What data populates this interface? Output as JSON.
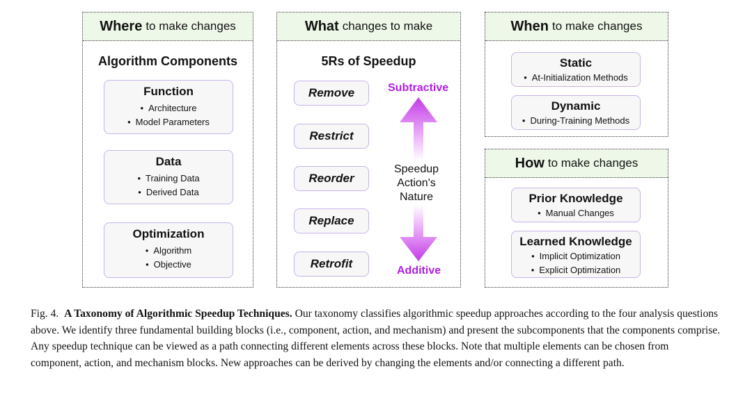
{
  "panels": {
    "where": {
      "heading_keyword": "Where",
      "heading_rest": "to make changes",
      "subtitle": "Algorithm Components",
      "cards": [
        {
          "title": "Function",
          "items": [
            "Architecture",
            "Model Parameters"
          ]
        },
        {
          "title": "Data",
          "items": [
            "Training Data",
            "Derived Data"
          ]
        },
        {
          "title": "Optimization",
          "items": [
            "Algorithm",
            "Objective"
          ]
        }
      ]
    },
    "what": {
      "heading_keyword": "What",
      "heading_rest": "changes to make",
      "subtitle": "5Rs of Speedup",
      "actions": [
        "Remove",
        "Restrict",
        "Reorder",
        "Replace",
        "Retrofit"
      ],
      "top_label": "Subtractive",
      "bottom_label": "Additive",
      "center_lines": [
        "Speedup",
        "Action's",
        "Nature"
      ],
      "arrow_color": "#b01ee6"
    },
    "when": {
      "heading_keyword": "When",
      "heading_rest": "to make changes",
      "cards": [
        {
          "title": "Static",
          "items": [
            "At-Initialization Methods"
          ]
        },
        {
          "title": "Dynamic",
          "items": [
            "During-Training Methods"
          ]
        }
      ]
    },
    "how": {
      "heading_keyword": "How",
      "heading_rest": "to make changes",
      "cards": [
        {
          "title": "Prior Knowledge",
          "items": [
            "Manual Changes"
          ]
        },
        {
          "title": "Learned Knowledge",
          "items": [
            "Implicit Optimization",
            "Explicit Optimization"
          ]
        }
      ]
    }
  },
  "caption": {
    "label": "Fig. 4.",
    "title": "A Taxonomy of Algorithmic Speedup Techniques.",
    "body": "Our taxonomy classifies algorithmic speedup approaches according to the four analysis questions above. We identify three fundamental building blocks (i.e., component, action, and mechanism) and present the subcomponents that the components comprise. Any speedup technique can be viewed as a path connecting different elements across these blocks. Note that multiple elements can be chosen from component, action, and mechanism blocks. New approaches can be derived by changing the elements and/or connecting a different path."
  },
  "colors": {
    "header_bg": "#eef8e8",
    "card_border": "#c7b3ea",
    "card_bg": "#f7f7f7",
    "accent_purple": "#b01ee6"
  }
}
